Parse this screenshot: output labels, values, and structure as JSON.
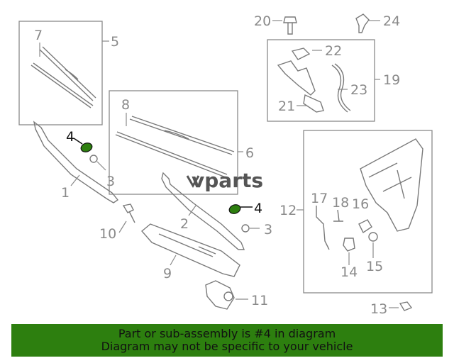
{
  "watermark": "vparts",
  "callouts": {
    "c1": "1",
    "c2": "2",
    "c3a": "3",
    "c3b": "3",
    "c4a": "4",
    "c4b": "4",
    "c5": "5",
    "c6": "6",
    "c7": "7",
    "c8": "8",
    "c9": "9",
    "c10": "10",
    "c11": "11",
    "c12": "12",
    "c13": "13",
    "c14": "14",
    "c15": "15",
    "c16": "16",
    "c17": "17",
    "c18": "18",
    "c19": "19",
    "c20": "20",
    "c21": "21",
    "c22": "22",
    "c23": "23",
    "c24": "24"
  },
  "highlight_color": "#2d7f0f",
  "banner": {
    "line1": "Part or sub-assembly is #4 in diagram",
    "line2": "Diagram may not be specific to your vehicle",
    "background": "#2d7f0f"
  }
}
